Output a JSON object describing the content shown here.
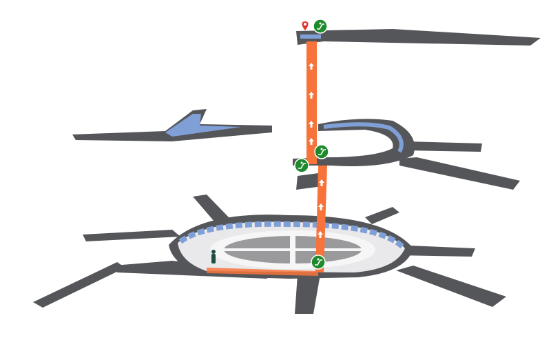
{
  "map": {
    "view": "3d-multi-floor-indoor",
    "floors": [
      "top",
      "middle-right",
      "middle-left",
      "ground"
    ],
    "colors": {
      "slab": "#55565a",
      "slab_side": "#3f4044",
      "floor_surface": "#e9e9ec",
      "shops": "#7f9fd6",
      "route": "#f7733a",
      "transfer_icon_bg": "#1f8a2b",
      "pin": "#e0352b",
      "person": "#1d4d43"
    },
    "route": {
      "start_icon": "map-pin-icon",
      "transfer_icon": "escalator-icon",
      "direction_icon": "arrow-up-icon",
      "transfer_count": 4
    }
  }
}
